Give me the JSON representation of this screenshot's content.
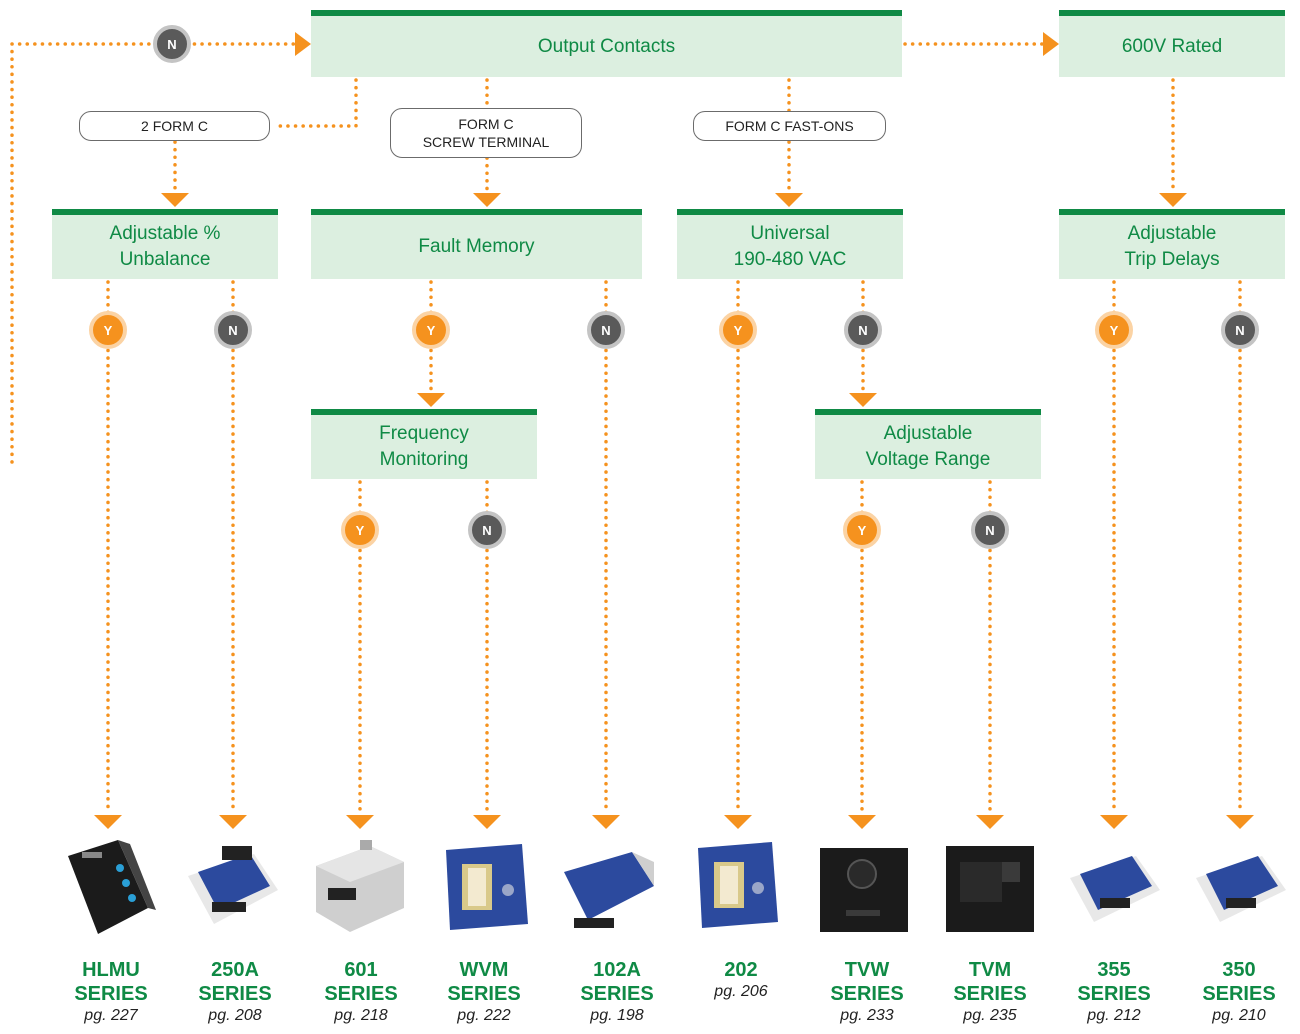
{
  "top": {
    "output_contacts": "Output Contacts",
    "rated_600v": "600V Rated"
  },
  "options": {
    "two_form_c": "2 FORM C",
    "form_c_screw": "FORM C\nSCREW TERMINAL",
    "form_c_fast_ons": "FORM C FAST-ONS"
  },
  "decisions": {
    "adjustable_unbalance": "Adjustable %\nUnbalance",
    "fault_memory": "Fault Memory",
    "universal_voltage": "Universal\n190-480 VAC",
    "adjustable_trip_delays": "Adjustable\nTrip Delays",
    "frequency_monitoring": "Frequency\nMonitoring",
    "adjustable_voltage_range": "Adjustable\nVoltage Range"
  },
  "answers": {
    "yes": "Y",
    "no": "N"
  },
  "products": [
    {
      "name": "HLMU\nSERIES",
      "page": "pg. 227"
    },
    {
      "name": "250A\nSERIES",
      "page": "pg. 208"
    },
    {
      "name": "601\nSERIES",
      "page": "pg. 218"
    },
    {
      "name": "WVM\nSERIES",
      "page": "pg. 222"
    },
    {
      "name": "102A\nSERIES",
      "page": "pg. 198"
    },
    {
      "name": "202",
      "page": "pg. 206"
    },
    {
      "name": "TVW\nSERIES",
      "page": "pg. 233"
    },
    {
      "name": "TVM\nSERIES",
      "page": "pg. 235"
    },
    {
      "name": "355\nSERIES",
      "page": "pg. 212"
    },
    {
      "name": "350\nSERIES",
      "page": "pg. 210"
    }
  ],
  "colors": {
    "green": "#0f8a45",
    "box_fill": "#dcefe0",
    "orange": "#f5921e",
    "gray": "#5a5a5a"
  }
}
